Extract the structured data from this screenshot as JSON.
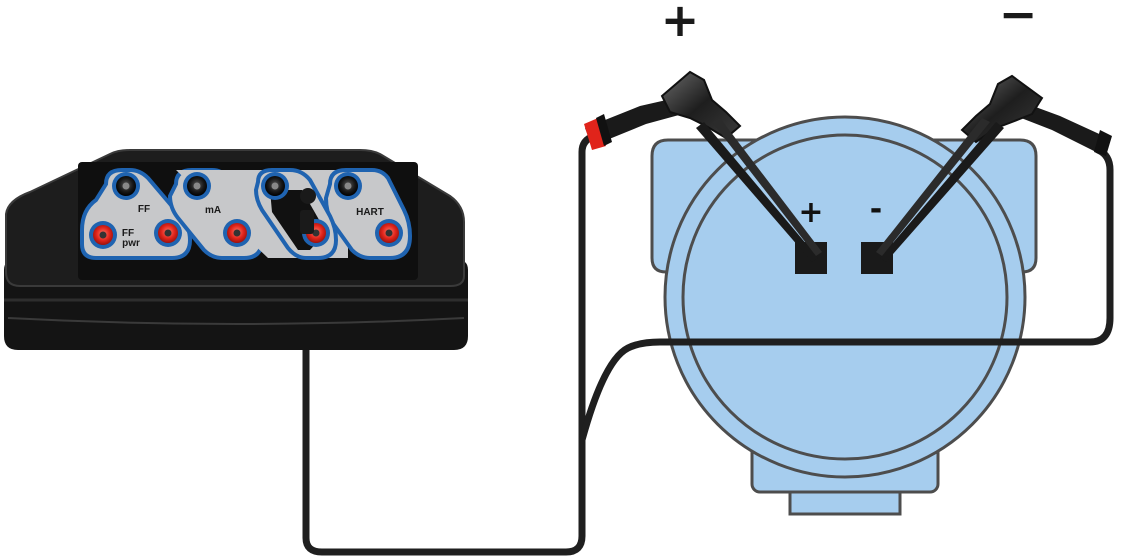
{
  "diagram": {
    "labels": {
      "positive_clip": "+",
      "negative_clip": "−",
      "terminal_positive": "+",
      "terminal_negative": "-"
    },
    "ports": {
      "ff": "FF",
      "ff_pwr_line1": "FF",
      "ff_pwr_line2": "pwr",
      "ma": "mA",
      "hart": "HART"
    },
    "colors": {
      "device_body": "#1c1c1c",
      "panel": "#c7c8ca",
      "port_ring": "#1f63b0",
      "jack_red": "#e0241b",
      "transmitter": "#a6cdee",
      "transmitter_outline": "#4d4d4d",
      "wire": "#222222",
      "clip_accent": "#e0241b"
    }
  }
}
